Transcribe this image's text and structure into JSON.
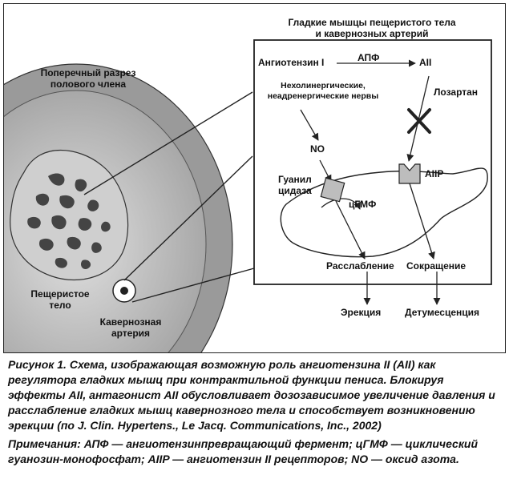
{
  "diagram": {
    "smooth_muscle_title_line1": "Гладкие мышцы пещеристого тела",
    "smooth_muscle_title_line2": "и кавернозных артерий",
    "cross_section_line1": "Поперечный разрез",
    "cross_section_line2": "полового члена",
    "angiotensin_i": "Ангиотензин I",
    "ace": "АПФ",
    "aii": "AII",
    "losartan": "Лозартан",
    "nerves_line1": "Нехолинергические,",
    "nerves_line2": "неадренергические нервы",
    "no": "NO",
    "guanylate_line1": "Гуанил",
    "guanylate_line2": "цидаза",
    "cgmp": "цГМФ",
    "aiir": "AIIP",
    "relaxation": "Расслабление",
    "contraction": "Сокращение",
    "erection": "Эрекция",
    "detumescence": "Детумесценция",
    "cavernous_body_line1": "Пещеристое",
    "cavernous_body_line2": "тело",
    "cavernous_artery_line1": "Кавернозная",
    "cavernous_artery_line2": "артерия"
  },
  "caption": {
    "main": "Рисунок 1. Схема, изображающая возможную роль ангиотензина II (AII) как регулятора гладких мышц при контрактильной функции пениса. Блокируя эффекты AII, антагонист AII обусловливает дозозависимое увеличение давления и расслабление гладких мышц кавернозного тела и способствует возникновению эрекции (по J. Clin. Hypertens., Le Jacq. Communications, Inc., 2002)",
    "notes": "Примечания: АПФ — ангиотензинпревращающий фермент; цГМФ — циклический гуанозин-монофосфат; AIIP — ангиотензин II рецепторов; NO — оксид азота."
  }
}
